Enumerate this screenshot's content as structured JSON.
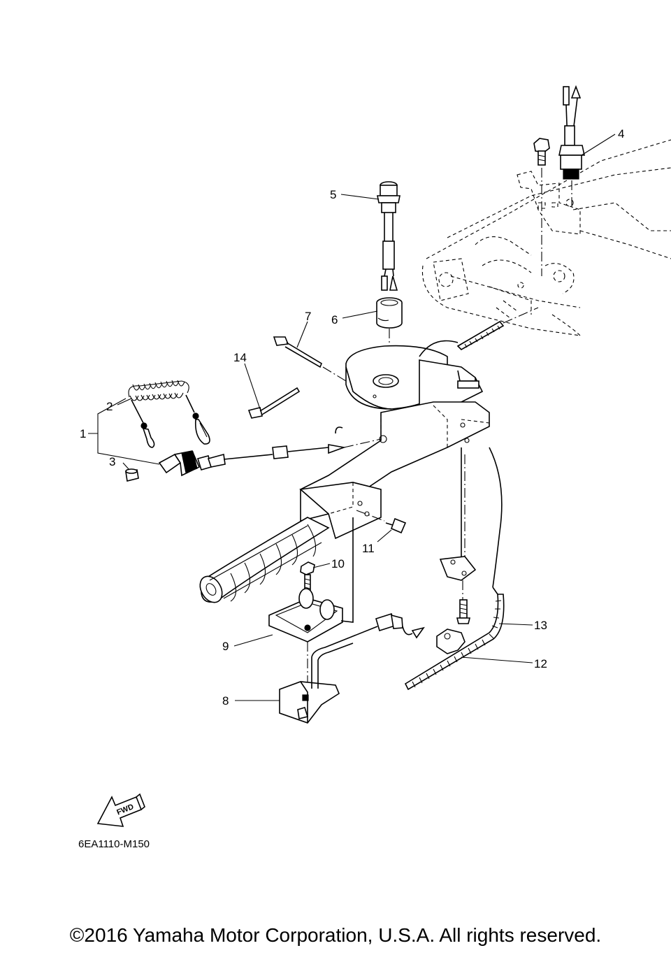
{
  "callouts": [
    "1",
    "2",
    "3",
    "4",
    "5",
    "6",
    "7",
    "8",
    "9",
    "10",
    "11",
    "12",
    "13",
    "14"
  ],
  "fwd_label": "FWD",
  "diagram_code": "6EA1110-M150",
  "copyright": "©2016 Yamaha Motor Corporation, U.S.A. All rights reserved."
}
